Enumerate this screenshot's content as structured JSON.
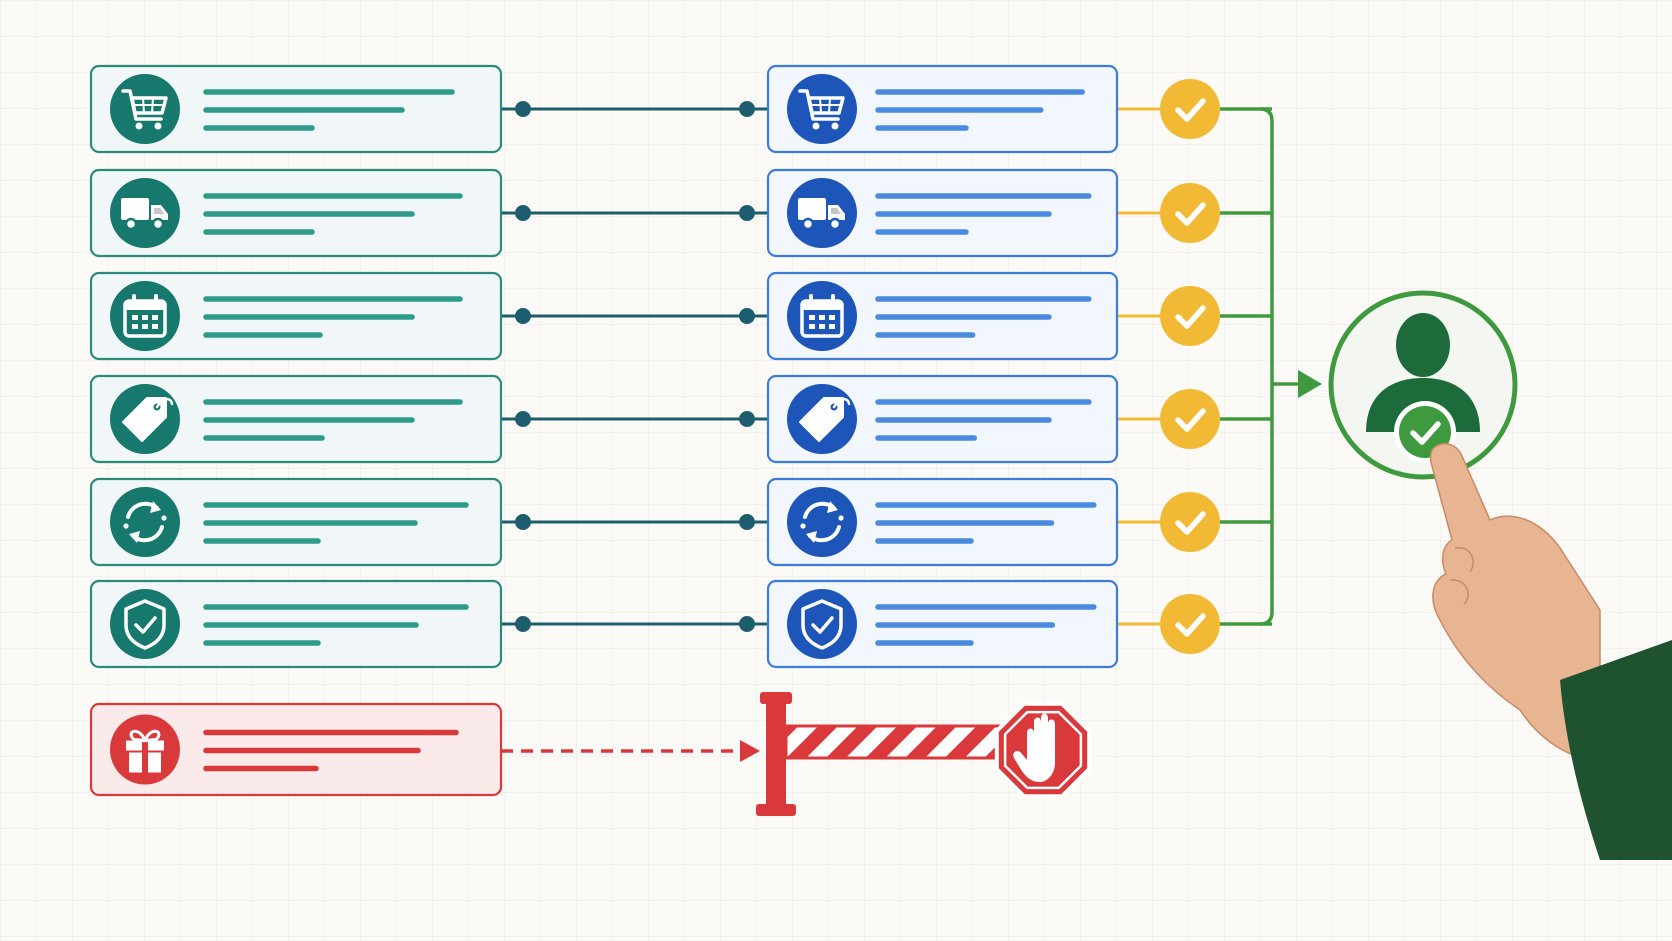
{
  "colors": {
    "background": "#fbfaf6",
    "source_border": "#2b8a7c",
    "source_fill": "#f1f7f8",
    "source_icon": "#17786d",
    "source_text_line": "#2e9a8b",
    "connector": "#1e5d6e",
    "target_border": "#3d7bd9",
    "target_fill": "#f2f6fd",
    "target_icon": "#1e55b8",
    "target_text_line": "#4a8be0",
    "check_badge": "#f2b935",
    "merge_line": "#3f9a3f",
    "person_ring": "#3f9a3f",
    "person_icon": "#1d6b3a",
    "blocked": "#d9393b",
    "blocked_fill": "#fbeaea"
  },
  "source_items": [
    {
      "icon": "shopping-cart-icon"
    },
    {
      "icon": "delivery-truck-icon"
    },
    {
      "icon": "calendar-icon"
    },
    {
      "icon": "price-tag-icon"
    },
    {
      "icon": "refresh-cycle-icon"
    },
    {
      "icon": "shield-check-icon"
    }
  ],
  "target_items": [
    {
      "icon": "shopping-cart-icon",
      "status": "verified"
    },
    {
      "icon": "delivery-truck-icon",
      "status": "verified"
    },
    {
      "icon": "calendar-icon",
      "status": "verified"
    },
    {
      "icon": "price-tag-icon",
      "status": "verified"
    },
    {
      "icon": "refresh-cycle-icon",
      "status": "verified"
    },
    {
      "icon": "shield-check-icon",
      "status": "verified"
    }
  ],
  "blocked_item": {
    "icon": "gift-icon",
    "status": "blocked"
  },
  "barrier": {
    "icon": "stop-hand-icon"
  },
  "result": {
    "icon": "verified-user-icon"
  }
}
